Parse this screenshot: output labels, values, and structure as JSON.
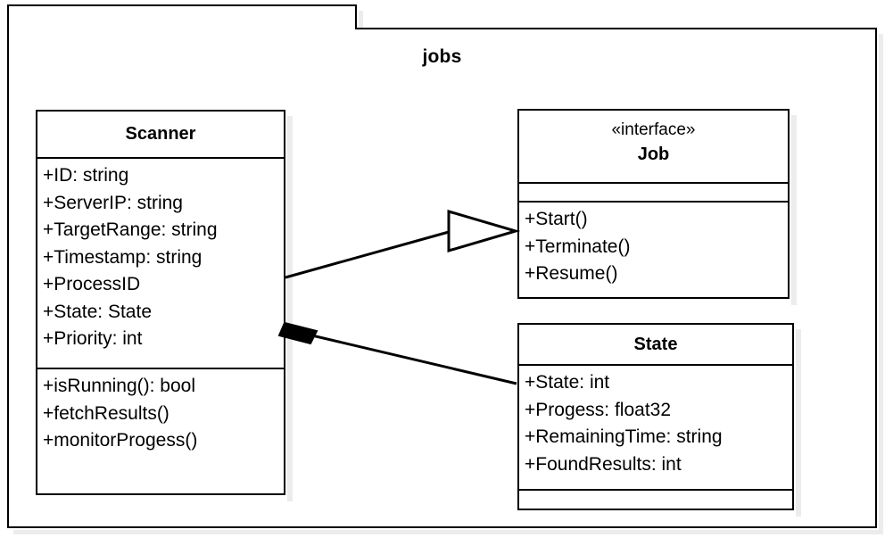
{
  "diagram": {
    "type": "uml-class-diagram",
    "package": {
      "name": "jobs",
      "tab_label": ""
    },
    "classes": [
      {
        "id": "scanner",
        "name": "Scanner",
        "stereotype": "",
        "attributes": [
          "+ID: string",
          "+ServerIP: string",
          "+TargetRange: string",
          "+Timestamp: string",
          "+ProcessID",
          "+State: State",
          "+Priority: int"
        ],
        "operations": [
          "+isRunning(): bool",
          "+fetchResults()",
          "+monitorProgess()"
        ]
      },
      {
        "id": "job",
        "name": "Job",
        "stereotype": "«interface»",
        "attributes": [],
        "operations": [
          "+Start()",
          "+Terminate()",
          "+Resume()"
        ]
      },
      {
        "id": "state",
        "name": "State",
        "stereotype": "",
        "attributes": [
          "+State: int",
          "+Progess: float32",
          "+RemainingTime: string",
          "+FoundResults: int"
        ],
        "operations": []
      }
    ],
    "relationships": [
      {
        "id": "scanner-implements-job",
        "kind": "realization-generalization",
        "marker": "hollow-triangle",
        "from": "Scanner",
        "to": "Job",
        "label": ""
      },
      {
        "id": "scanner-composes-state",
        "kind": "composition",
        "marker": "filled-diamond",
        "from": "Scanner",
        "to": "State",
        "label": ""
      }
    ],
    "colors": {
      "stroke": "#000000",
      "fill": "#ffffff",
      "shadow": "#ececec"
    }
  }
}
